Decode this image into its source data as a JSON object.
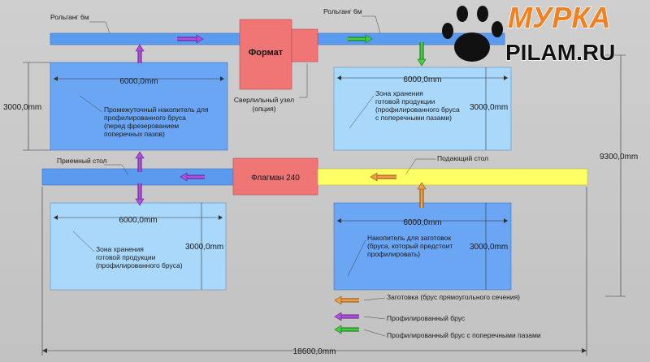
{
  "conveyors": {
    "top_left_label": "Рольганг 6м",
    "top_right_label": "Рольганг 6м"
  },
  "machines": {
    "format": "Формат",
    "drill_label_line1": "Сверлильный узел",
    "drill_label_line2": "(опция)",
    "flagman": "Флагман 240"
  },
  "tables": {
    "receiving": "Приемный стол",
    "feeding": "Подающий стол"
  },
  "zones": {
    "intermediate": {
      "width": "6000,0mm",
      "height": "3000,0mm",
      "lines": [
        "Промежуточный накопитель для",
        "профилированного бруса",
        "(перед фрезерованием",
        "поперечных пазов)"
      ]
    },
    "storage_top_right": {
      "width": "6000,0mm",
      "height": "3000,0mm",
      "lines": [
        "Зона хранения",
        "готовой продукции",
        "(профилированного бруса",
        "с поперечными пазами)"
      ]
    },
    "storage_bottom_left": {
      "width": "6000,0mm",
      "height": "3000,0mm",
      "lines": [
        "Зона хранения",
        "готовой продукции",
        "(профилированного бруса)"
      ]
    },
    "blanks": {
      "width": "6000,0mm",
      "height": "3000,0mm",
      "lines": [
        "Накопитель для заготовок",
        "(бруса, который предстоит",
        "профилировать)"
      ]
    }
  },
  "dimensions": {
    "total_width": "18600,0mm",
    "total_height": "9300,0mm"
  },
  "legend": [
    {
      "label": "Заготовка (брус прямоугольного сечения)",
      "color": "#f0a040"
    },
    {
      "label": "Профилированный брус",
      "color": "#a040d0"
    },
    {
      "label": "Профилированный брус с поперечными пазами",
      "color": "#40c040"
    }
  ],
  "logo": {
    "brand": "МУРКА",
    "site": "PILAM.RU"
  },
  "colors": {
    "conveyor": "#5b9bef",
    "zone_dark": "#6aa6f4",
    "zone_light": "#a9d8fb",
    "machine": "#f07575",
    "feed_table": "#ffff66",
    "logo_orange": "#f08020"
  }
}
